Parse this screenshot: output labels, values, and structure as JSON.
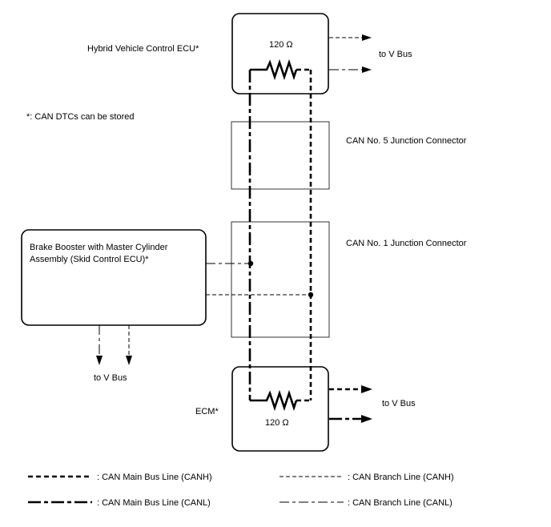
{
  "nodes": {
    "hv_ecu": {
      "label": "Hybrid Vehicle Control ECU*",
      "resistor": "120 Ω",
      "to_bus": "to V Bus"
    },
    "jc5": {
      "label": "CAN No. 5 Junction Connector"
    },
    "jc1": {
      "label": "CAN No. 1 Junction Connector"
    },
    "brake": {
      "label_line1": "Brake Booster with Master Cylinder",
      "label_line2": "Assembly (Skid Control ECU)*",
      "to_bus": "to V Bus"
    },
    "ecm": {
      "label": "ECM*",
      "resistor": "120 Ω",
      "to_bus": "to V Bus"
    }
  },
  "note": "*: CAN DTCs can be stored",
  "legend": [
    {
      "label": ": CAN Main Bus Line (CANH)"
    },
    {
      "label": ": CAN Main Bus Line (CANL)"
    },
    {
      "label": ": CAN Branch Line (CANH)"
    },
    {
      "label": ": CAN Branch Line (CANL)"
    }
  ]
}
